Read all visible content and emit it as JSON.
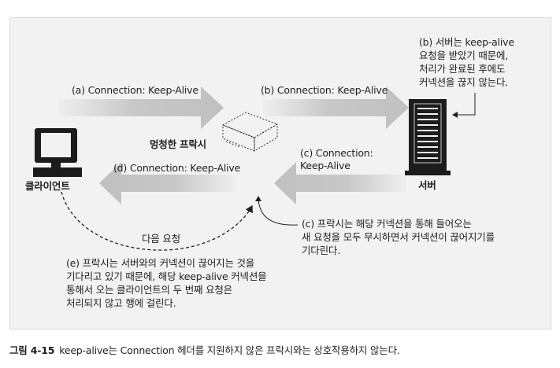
{
  "labels": {
    "a": "(a) Connection: Keep-Alive",
    "b": "(b) Connection: Keep-Alive",
    "c_top": "(c) Connection:\nKeep-Alive",
    "d": "(d) Connection: Keep-Alive",
    "proxy": "멍청한 프락시",
    "client": "클라이언트",
    "server": "서버",
    "next_request": "다음 요청"
  },
  "notes": {
    "server_note": "(b) 서버는 keep-alive\n요청을 받았기 때문에,\n처리가 완료된 후에도\n커넥션을 끊지 않는다.",
    "proxy_note": "(c) 프락시는 해당 커넥션을 통해 들어오는\n새 요청을 모두 무시하면서 커넥션이 끊어지기를\n기다린다.",
    "client_note": "(e) 프락시는 서버와의 커넥션이 끊어지는 것을\n기다리고 있기 때문에, 해당 keep-alive 커넥션을\n통해서 오는 클라이언트의 두 번째 요청은\n처리되지 않고 행에 걸린다."
  },
  "caption": {
    "number": "그림 4-15",
    "text": "keep-alive는 Connection 헤더를 지원하지 않은 프락시와는 상호작용하지 않는다."
  },
  "colors": {
    "arrow": "#c4c4c4",
    "background": "#f2f2f2",
    "ink": "#1f1f1f"
  },
  "icons": [
    "client-computer-icon",
    "proxy-box-icon",
    "server-tower-icon"
  ]
}
